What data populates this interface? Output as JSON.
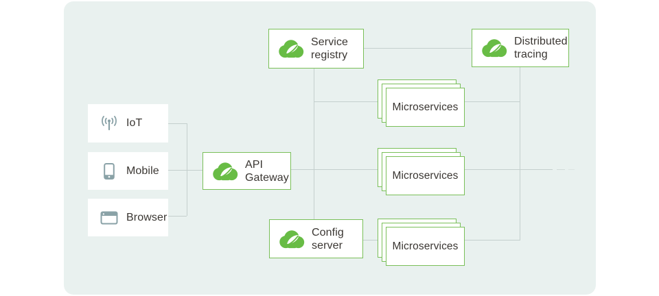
{
  "panel": {
    "background": "#e9f1ef"
  },
  "colors": {
    "spring_green": "#68bc45",
    "box_border_green": "#79bf58",
    "connector_gray": "#c4cfcd",
    "icon_slate": "#8aa2a7",
    "text_dark": "#3a3632"
  },
  "clients": [
    {
      "label": "IoT",
      "icon": "iot-antenna-icon"
    },
    {
      "label": "Mobile",
      "icon": "mobile-phone-icon"
    },
    {
      "label": "Browser",
      "icon": "browser-window-icon"
    }
  ],
  "nodes": {
    "api_gateway": {
      "label": "API Gateway",
      "icon": "spring-cloud-logo"
    },
    "service_registry": {
      "label": "Service registry",
      "icon": "spring-cloud-logo"
    },
    "distributed_tracing": {
      "label": "Distributed tracing",
      "icon": "spring-cloud-logo"
    },
    "config_server": {
      "label": "Config server",
      "icon": "spring-cloud-logo"
    },
    "microservices_label": "Microservices",
    "microservices_rows": 3,
    "microservices_stack_depth": 3
  },
  "edges": [
    {
      "from": "iot",
      "to": "api-gateway"
    },
    {
      "from": "mobile",
      "to": "api-gateway"
    },
    {
      "from": "browser",
      "to": "api-gateway"
    },
    {
      "from": "api-gateway",
      "to": "microservices-row-2"
    },
    {
      "from": "service-registry",
      "to": "distributed-tracing"
    },
    {
      "from": "service-registry",
      "to": "microservices-row-1"
    },
    {
      "from": "service-registry",
      "to": "config-server"
    },
    {
      "from": "config-server",
      "to": "microservices-row-3"
    },
    {
      "from": "microservices-row-1",
      "to": "distributed-tracing"
    },
    {
      "from": "microservices-row-2",
      "to": "distributed-tracing"
    },
    {
      "from": "microservices-row-3",
      "to": "distributed-tracing"
    },
    {
      "from": "microservices-row-2",
      "to": "continuation-ellipsis"
    }
  ]
}
